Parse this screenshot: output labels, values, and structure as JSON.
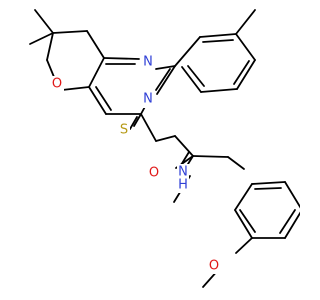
{
  "molecule": {
    "atoms": {
      "n_top": {
        "label": "N",
        "color": "#2f3fd6"
      },
      "n_mid": {
        "label": "N",
        "color": "#2f3fd6"
      },
      "o_ring": {
        "label": "O",
        "color": "#e01818"
      },
      "s_thio": {
        "label": "S",
        "color": "#b69a16"
      },
      "o_carbonyl": {
        "label": "O",
        "color": "#e01818"
      },
      "n_amide": {
        "label": "N",
        "color": "#2f3fd6"
      },
      "h_amide": {
        "label": "H",
        "color": "#2f3fd6"
      },
      "o_methoxy": {
        "label": "O",
        "color": "#e01818"
      }
    }
  }
}
